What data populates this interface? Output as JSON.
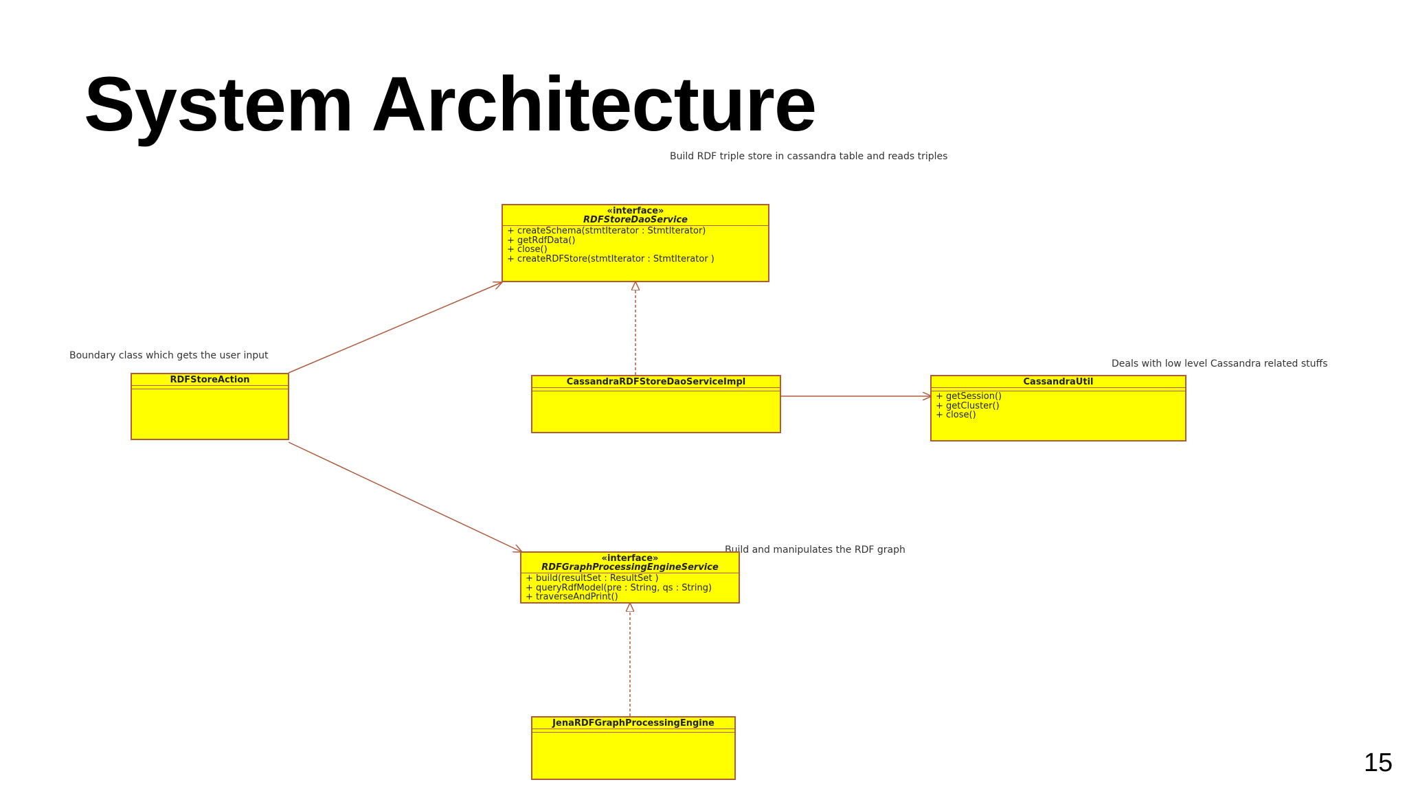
{
  "slide": {
    "title": "System Architecture",
    "page_number": "15"
  },
  "notes": {
    "dao_service": "Build RDF triple store in cassandra table and reads triples",
    "store_action": "Boundary class which gets the user input",
    "cassandra_util": "Deals with low level Cassandra related stuffs",
    "graph_engine_service": "Build and manipulates the RDF graph"
  },
  "classes": {
    "dao_service": {
      "stereotype": "«interface»",
      "name": "RDFStoreDaoService",
      "operations": [
        "+ createSchema(stmtIterator : StmtIterator)",
        "+ getRdfData()",
        "+ close()",
        "+ createRDFStore(stmtIterator : StmtIterator )"
      ]
    },
    "store_action": {
      "name": "RDFStoreAction"
    },
    "dao_impl": {
      "name": "CassandraRDFStoreDaoServiceImpl"
    },
    "cassandra_util": {
      "name": "CassandraUtil",
      "operations": [
        "+ getSession()",
        "+ getCluster()",
        "+ close()"
      ]
    },
    "graph_engine_service": {
      "stereotype": "«interface»",
      "name": "RDFGraphProcessingEngineService",
      "operations": [
        "+ build(resultSet : ResultSet )",
        "+ queryRdfModel(pre : String, qs : String)",
        "+ traverseAndPrint()"
      ]
    },
    "jena_engine": {
      "name": "JenaRDFGraphProcessingEngine"
    }
  },
  "colors": {
    "class_fill": "#ffff00",
    "class_border": "#b15a3c",
    "association_line": "#b15a3c"
  }
}
